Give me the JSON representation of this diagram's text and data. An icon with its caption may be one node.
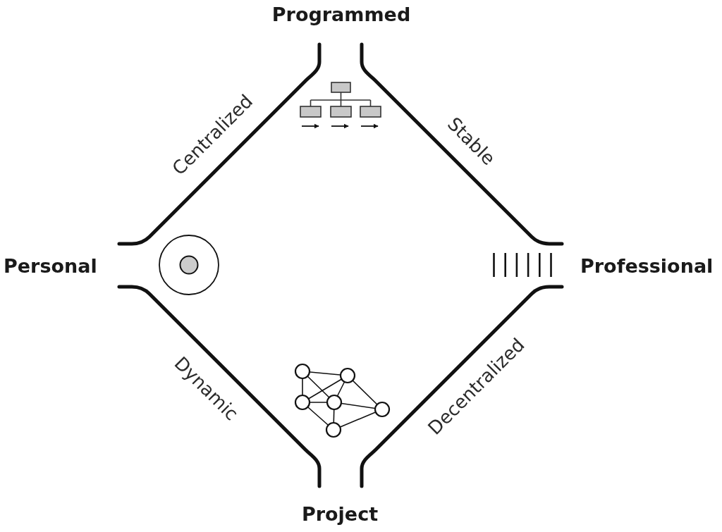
{
  "diagram": {
    "labels": [
      "Programmed",
      "Centralized",
      "Stable",
      "Personal",
      "Professional",
      "Dynamic",
      "Decentralized",
      "Project"
    ]
  }
}
